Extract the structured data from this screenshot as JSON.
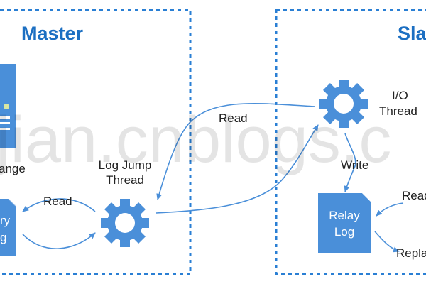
{
  "colors": {
    "accent": "#4a8fd9",
    "heading": "#1c6fc2",
    "border": "#2a7fd4",
    "arrow": "#4a8fd9",
    "text": "#222222",
    "box_text": "#ffffff"
  },
  "master": {
    "title": "Master",
    "change_label": "ange",
    "binlog_label_1": "ry",
    "binlog_label_2": "g",
    "log_jump_thread_label_1": "Log Jump",
    "log_jump_thread_label_2": "Thread",
    "read_label": "Read"
  },
  "middle": {
    "read_label": "Read"
  },
  "slave": {
    "title": "Sla",
    "io_thread_label_1": "I/O",
    "io_thread_label_2": "Thread",
    "write_label": "Write",
    "relay_log_label_1": "Relay",
    "relay_log_label_2": "Log",
    "read_label": "Read",
    "replay_label": "Repla"
  },
  "watermark": "jian.cnblogs.c"
}
